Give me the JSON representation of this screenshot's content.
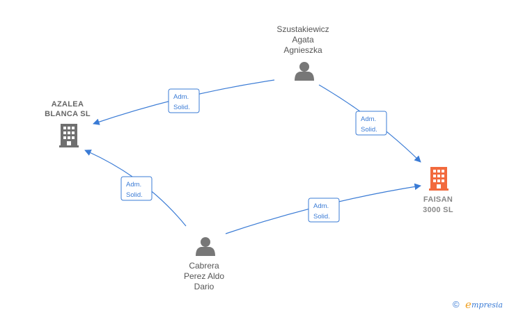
{
  "nodes": {
    "szustakiewicz": {
      "lines": [
        "Szustakiewicz",
        "Agata",
        "Agnieszka"
      ],
      "type": "person"
    },
    "azalea": {
      "lines": [
        "AZALEA",
        "BLANCA  SL"
      ],
      "type": "company"
    },
    "faisan": {
      "lines": [
        "FAISAN",
        "3000  SL"
      ],
      "type": "company",
      "highlight": true
    },
    "cabrera": {
      "lines": [
        "Cabrera",
        "Perez Aldo",
        "Dario"
      ],
      "type": "person"
    }
  },
  "edges": [
    {
      "from": "szustakiewicz",
      "to": "azalea",
      "label": [
        "Adm.",
        "Solid."
      ]
    },
    {
      "from": "szustakiewicz",
      "to": "faisan",
      "label": [
        "Adm.",
        "Solid."
      ]
    },
    {
      "from": "cabrera",
      "to": "azalea",
      "label": [
        "Adm.",
        "Solid."
      ]
    },
    {
      "from": "cabrera",
      "to": "faisan",
      "label": [
        "Adm.",
        "Solid."
      ]
    }
  ],
  "colors": {
    "edge": "#3a7bd5",
    "person_icon": "#777777",
    "company_icon": "#6f6f6f",
    "company_highlight": "#f26a3d"
  },
  "footer": {
    "copyright_symbol": "©",
    "brand_initial": "e",
    "brand_rest": "mpresia"
  }
}
